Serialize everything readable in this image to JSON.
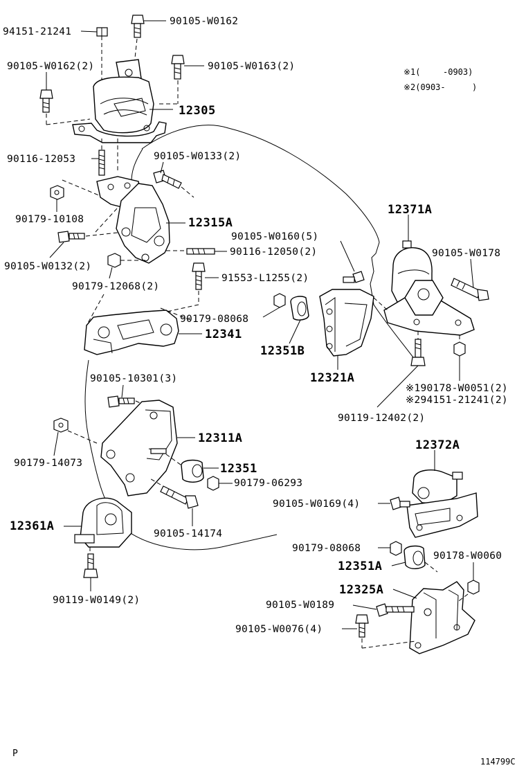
{
  "notes": [
    {
      "mark": "※1(",
      "range": "-0903)"
    },
    {
      "mark": "※2(0903-",
      "range": ")"
    }
  ],
  "labels": {
    "p94151_21241": "94151-21241",
    "p90105_W0162": "90105-W0162",
    "p90105_W0162_2": "90105-W0162(2)",
    "p90105_W0163_2": "90105-W0163(2)",
    "p12305": "12305",
    "p90116_12053": "90116-12053",
    "p90105_W0133_2": "90105-W0133(2)",
    "p90179_10108": "90179-10108",
    "p12315A": "12315A",
    "p90105_W0160_5": "90105-W0160(5)",
    "p90116_12050_2": "90116-12050(2)",
    "p90105_W0132_2": "90105-W0132(2)",
    "p90179_12068_2": "90179-12068(2)",
    "p91553_L1255_2": "91553-L1255(2)",
    "p12371A": "12371A",
    "p90105_W0178": "90105-W0178",
    "p90179_08068_a": "90179-08068",
    "p12341": "12341",
    "p12351B": "12351B",
    "p12321A": "12321A",
    "p90105_10301_3": "90105-10301(3)",
    "p90178_W0051_2": "※190178-W0051(2)",
    "p94151_21241_2": "※294151-21241(2)",
    "p90119_12402_2": "90119-12402(2)",
    "p12311A": "12311A",
    "p90179_14073": "90179-14073",
    "p12351": "12351",
    "p90179_06293": "90179-06293",
    "p12372A": "12372A",
    "p90105_W0169_4": "90105-W0169(4)",
    "p12361A": "12361A",
    "p90105_14174": "90105-14174",
    "p90179_08068_b": "90179-08068",
    "p90178_W0060": "90178-W0060",
    "p12351A": "12351A",
    "p12325A": "12325A",
    "p90119_W0149_2": "90119-W0149(2)",
    "p90105_W0189": "90105-W0189",
    "p90105_W0076_4": "90105-W0076(4)"
  },
  "footer": {
    "corner_mark": "P",
    "diagram_code": "114799C"
  }
}
